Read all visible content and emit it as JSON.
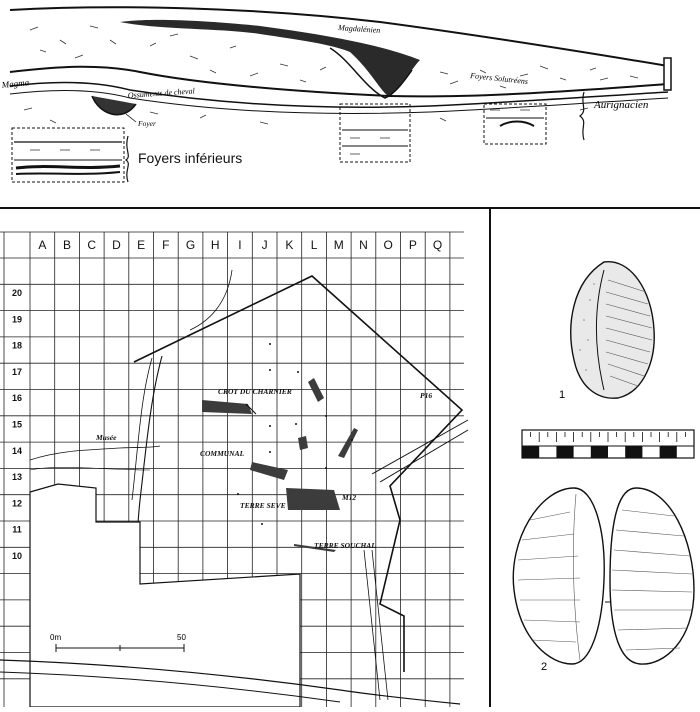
{
  "section": {
    "labels": {
      "magdalenien": "Magdalénien",
      "foyers_solutreens": "Foyers Solutréens",
      "magma": "Magma",
      "ossuments": "Ossuments de cheval",
      "foyer": "Foyer",
      "aurignacien": "Aurignacien",
      "foyers_inferieurs": "Foyers inférieurs"
    }
  },
  "map": {
    "columns": [
      "A",
      "B",
      "C",
      "D",
      "E",
      "F",
      "G",
      "H",
      "I",
      "J",
      "K",
      "L",
      "M",
      "N",
      "O",
      "P",
      "Q"
    ],
    "rows": [
      "20",
      "19",
      "18",
      "17",
      "16",
      "15",
      "14",
      "13",
      "12",
      "11",
      "10"
    ],
    "sites": {
      "crot": "CROT DU CHARNIER",
      "communal": "COMMUNAL",
      "terre_seve": "TERRE SEVE",
      "terre_souchal": "TERRE SOUCHAL",
      "musee": "Musée",
      "p16": "P16",
      "m12": "M12"
    },
    "scale": {
      "start": "0m",
      "end": "50"
    }
  },
  "artifacts": {
    "fig1": "1",
    "fig2": "2"
  },
  "colors": {
    "ink": "#111111",
    "hearth": "#2a2a2a",
    "feature": "#3c3c3c"
  }
}
